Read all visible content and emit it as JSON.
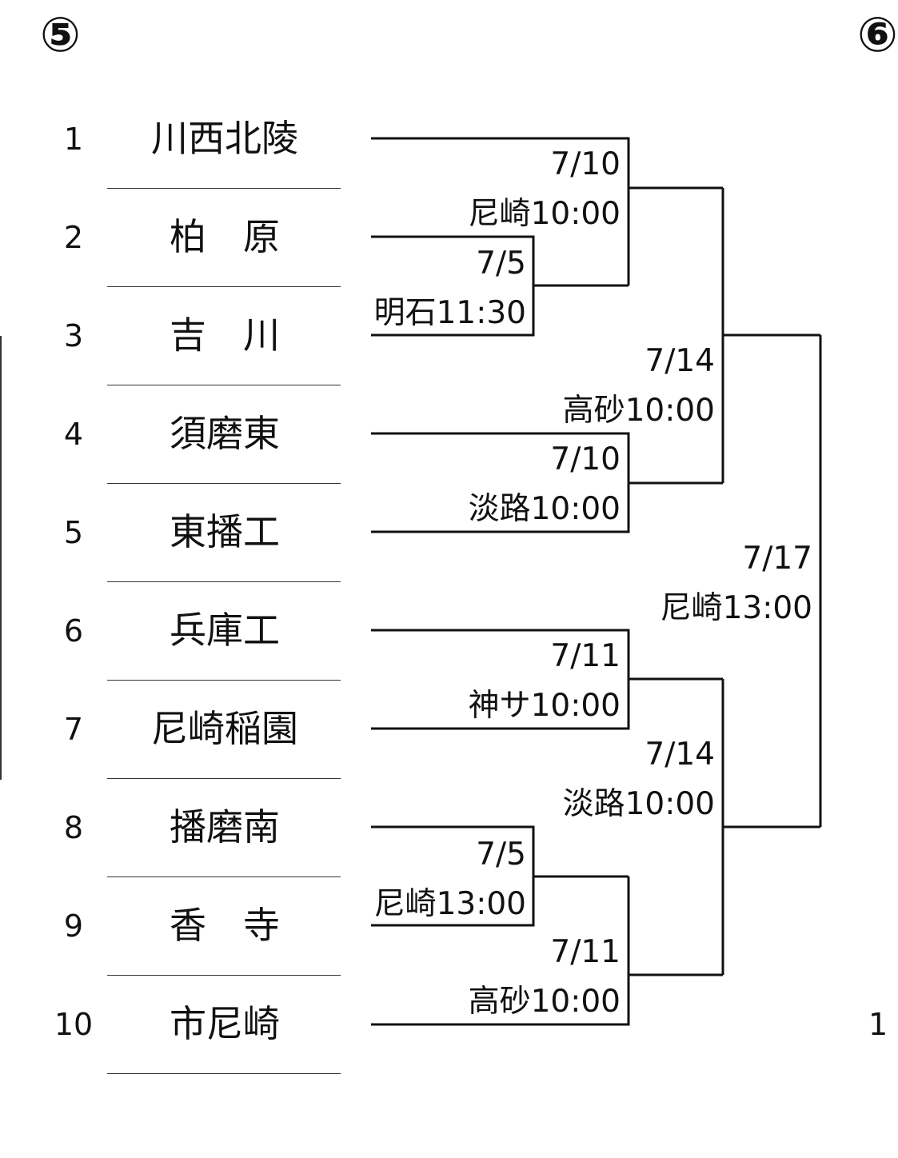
{
  "bracket_number": "⑤",
  "next_bracket_number": "⑥",
  "edge_mark": "1",
  "teams": [
    {
      "seed": "1",
      "name": "川西北陵"
    },
    {
      "seed": "2",
      "name": "柏　原"
    },
    {
      "seed": "3",
      "name": "吉　川"
    },
    {
      "seed": "4",
      "name": "須磨東"
    },
    {
      "seed": "5",
      "name": "東播工"
    },
    {
      "seed": "6",
      "name": "兵庫工"
    },
    {
      "seed": "7",
      "name": "尼崎稲園"
    },
    {
      "seed": "8",
      "name": "播磨南"
    },
    {
      "seed": "9",
      "name": "香　寺"
    },
    {
      "seed": "10",
      "name": "市尼崎"
    }
  ],
  "matches": [
    {
      "date": "7/5",
      "venue_time": "明石11:30"
    },
    {
      "date": "7/10",
      "venue_time": "尼崎10:00"
    },
    {
      "date": "7/10",
      "venue_time": "淡路10:00"
    },
    {
      "date": "7/11",
      "venue_time": "神サ10:00"
    },
    {
      "date": "7/5",
      "venue_time": "尼崎13:00"
    },
    {
      "date": "7/11",
      "venue_time": "高砂10:00"
    },
    {
      "date": "7/14",
      "venue_time": "高砂10:00"
    },
    {
      "date": "7/14",
      "venue_time": "淡路10:00"
    },
    {
      "date": "7/17",
      "venue_time": "尼崎13:00"
    }
  ],
  "colors": {
    "line": "#111111",
    "divider": "#333333"
  }
}
